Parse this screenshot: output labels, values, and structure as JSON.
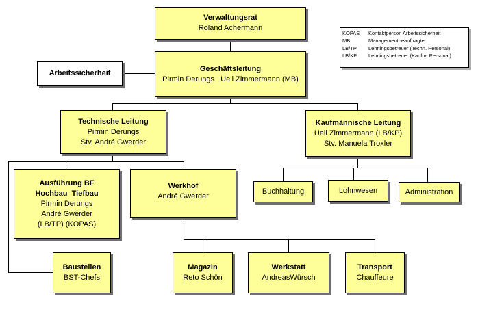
{
  "nodes": {
    "verwaltungsrat": {
      "title": "Verwaltungsrat",
      "lines": [
        "Roland Achermann"
      ]
    },
    "geschaeftsleitung": {
      "title": "Geschäftsleitung",
      "lines": [
        "Pirmin Derungs   Ueli Zimmermann (MB)"
      ]
    },
    "arbeitssicherheit": {
      "title": "Arbeitssicherheit",
      "lines": []
    },
    "technische_leitung": {
      "title": "Technische Leitung",
      "lines": [
        "Pirmin Derungs",
        "Stv. André Gwerder"
      ]
    },
    "kaufmaennische_leitung": {
      "title": "Kaufmännische Leitung",
      "lines": [
        "Ueli Zimmermann (LB/KP)",
        "Stv. Manuela Troxler"
      ]
    },
    "ausfuehrung": {
      "title": "Ausführung BF",
      "title2": "Hochbau  Tiefbau",
      "lines": [
        "Pirmin Derungs",
        "André Gwerder",
        "(LB/TP) (KOPAS)"
      ]
    },
    "werkhof": {
      "title": "Werkhof",
      "lines": [
        "André Gwerder"
      ]
    },
    "buchhaltung": {
      "title": "Buchhaltung",
      "lines": []
    },
    "lohnwesen": {
      "title": "Lohnwesen",
      "lines": []
    },
    "administration": {
      "title": "Administration",
      "lines": []
    },
    "baustellen": {
      "title": "Baustellen",
      "lines": [
        "BST-Chefs"
      ]
    },
    "magazin": {
      "title": "Magazin",
      "lines": [
        "Reto Schön"
      ]
    },
    "werkstatt": {
      "title": "Werkstatt",
      "lines": [
        "AndreasWürsch"
      ]
    },
    "transport": {
      "title": "Transport",
      "lines": [
        "Chauffeure"
      ]
    }
  },
  "legend": [
    {
      "abbr": "KOPAS",
      "desc": "Kontaktperson Arbeitssicherheit"
    },
    {
      "abbr": "MB",
      "desc": "Managementbeauftragter"
    },
    {
      "abbr": "LB/TP",
      "desc": "Lehrlingsbetreuer (Techn. Personal)"
    },
    {
      "abbr": "LB/KP",
      "desc": "Lehrlingsbetreuer (Kaufm. Personal)"
    }
  ]
}
